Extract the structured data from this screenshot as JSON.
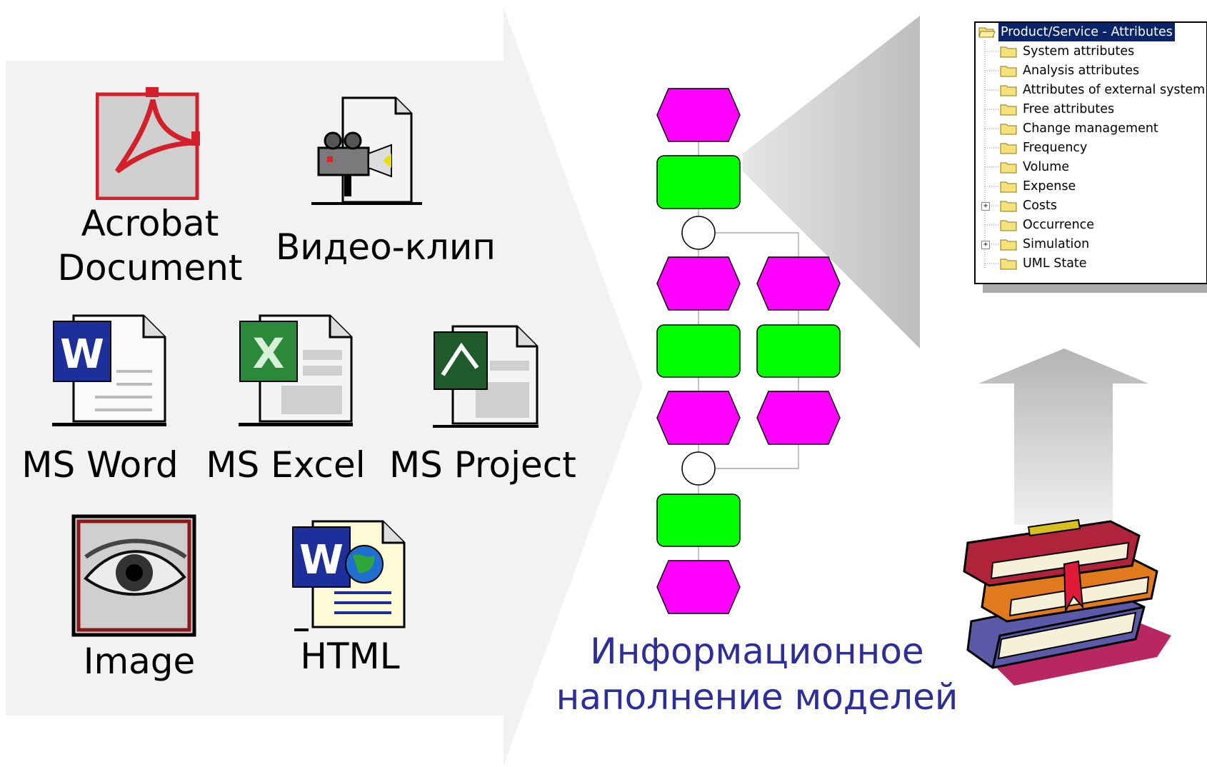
{
  "files": {
    "acrobat": {
      "line1": "Acrobat",
      "line2": "Document"
    },
    "video": "Видео-клип",
    "word": "MS Word",
    "excel": "MS Excel",
    "project": "MS Project",
    "image": "Image",
    "html": "HTML"
  },
  "caption": {
    "line1": "Информационное",
    "line2": "наполнение моделей"
  },
  "tree": {
    "root": "Product/Service - Attributes",
    "items": [
      "System attributes",
      "Analysis attributes",
      "Attributes of external system",
      "Free attributes",
      "Change management",
      "Frequency",
      "Volume",
      "Expense",
      "Costs",
      "Occurrence",
      "Simulation",
      "UML State"
    ],
    "expandable": [
      "Costs",
      "Simulation"
    ]
  },
  "colors": {
    "event": "#ff00ff",
    "function": "#00ff00",
    "caption": "#2e2e9a",
    "panel": "#f2f2f2",
    "tree_selection": "#0a246a"
  }
}
